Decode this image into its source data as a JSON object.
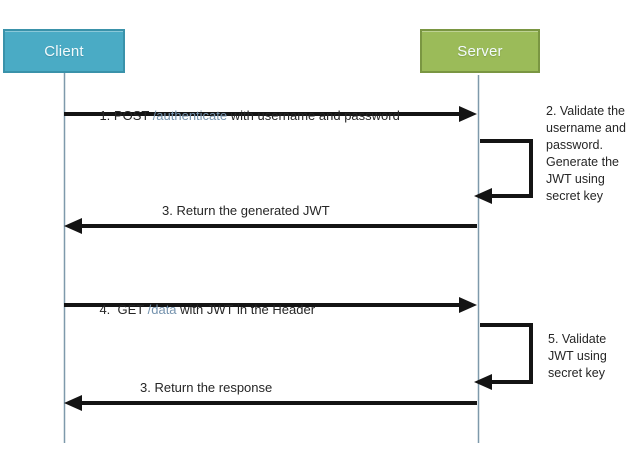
{
  "actors": {
    "client": {
      "label": "Client"
    },
    "server": {
      "label": "Server"
    }
  },
  "messages": {
    "msg1": {
      "prefix": "1. POST ",
      "endpoint": "/authenticate",
      "suffix": " with username and password"
    },
    "note2": "2. Validate the\nusername and\npassword.\nGenerate the\nJWT using\nsecret key",
    "msg3": "3. Return the generated JWT",
    "msg4": {
      "prefix": "4.  GET ",
      "endpoint": "/data",
      "suffix": " with JWT in the Header"
    },
    "note5": "5. Validate\nJWT using\nsecret key",
    "msg6": "3. Return the response"
  },
  "colors": {
    "client_fill": "#4aabc5",
    "client_border": "#3a92aa",
    "server_fill": "#9bbb59",
    "server_border": "#7a9642",
    "arrow": "#141414",
    "lifeline": "#7e99ab",
    "label_text": "#262626",
    "endpoint_text": "#7593ae"
  }
}
